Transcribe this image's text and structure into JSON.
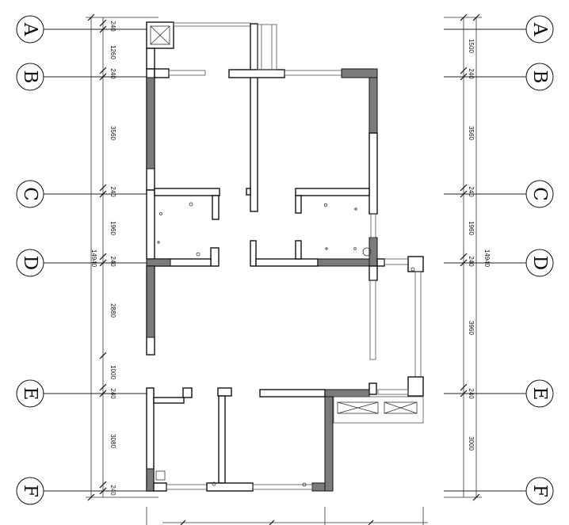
{
  "axes": {
    "labels": [
      "A",
      "B",
      "C",
      "D",
      "E",
      "F"
    ]
  },
  "dimensions": {
    "left_total": "14940",
    "right_total": "14940",
    "left_segments": [
      "240",
      "1260",
      "240",
      "3560",
      "240",
      "1960",
      "240",
      "2880",
      "1000",
      "240",
      "3080",
      "240"
    ],
    "right_segments": [
      "1500",
      "240",
      "3560",
      "240",
      "1960",
      "240",
      "3960",
      "240",
      "3000"
    ]
  },
  "colors": {
    "line": "#111111",
    "concrete_wall": "#7b7b7b",
    "background": "#ffffff"
  }
}
